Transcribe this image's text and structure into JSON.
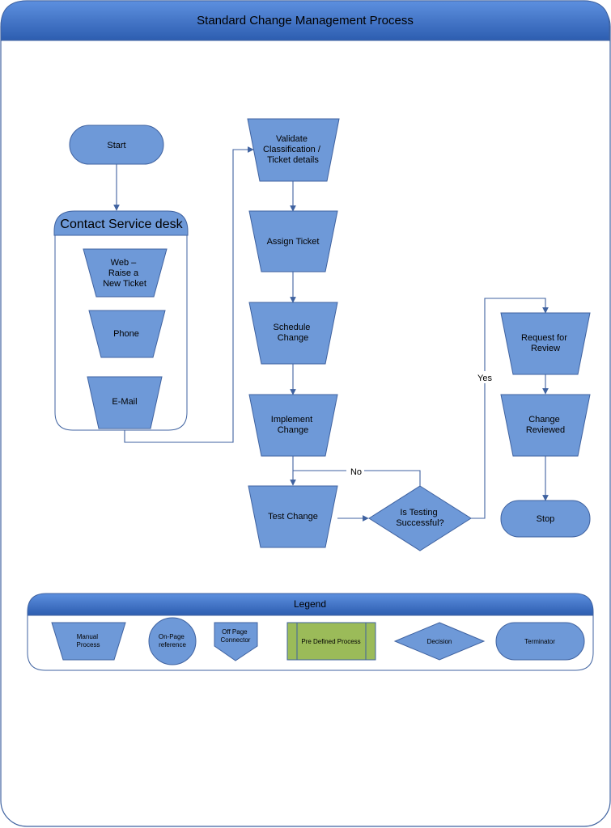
{
  "page": {
    "title": "Standard Change Management Process"
  },
  "colors": {
    "shape_fill": "#6e99d8",
    "shape_stroke": "#3f62a0",
    "header_gradient_top": "#5b8ede",
    "header_gradient_bottom": "#2e5fb2",
    "predefined_fill": "#9bbb59"
  },
  "flow": {
    "start": "Start",
    "contact_group": {
      "title": "Contact Service desk",
      "items": [
        {
          "label": [
            "Web –",
            "Raise a",
            "New Ticket"
          ]
        },
        {
          "label": [
            "Phone"
          ]
        },
        {
          "label": [
            "E-Mail"
          ]
        }
      ]
    },
    "validate": [
      "Validate",
      "Classification /",
      "Ticket details"
    ],
    "assign": [
      "Assign Ticket"
    ],
    "schedule": [
      "Schedule",
      "Change"
    ],
    "implement": [
      "Implement",
      "Change"
    ],
    "test": [
      "Test Change"
    ],
    "decision": [
      "Is Testing",
      "Successful?"
    ],
    "no_label": "No",
    "yes_label": "Yes",
    "request": [
      "Request for",
      "Review"
    ],
    "reviewed": [
      "Change",
      "Reviewed"
    ],
    "stop": "Stop"
  },
  "legend": {
    "title": "Legend",
    "items": {
      "manual": [
        "Manual",
        "Process"
      ],
      "onpage": [
        "On-Page",
        "reference"
      ],
      "offpage": [
        "Off Page",
        "Connector"
      ],
      "predefined": [
        "Pre Defined Process"
      ],
      "decision": [
        "Decision"
      ],
      "terminator": [
        "Terminator"
      ]
    }
  }
}
